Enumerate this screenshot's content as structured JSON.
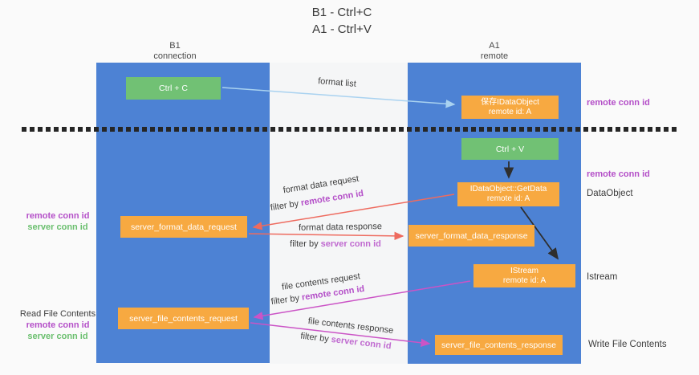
{
  "title": {
    "line1": "B1 - Ctrl+C",
    "line2": "A1 - Ctrl+V"
  },
  "columns": {
    "left": {
      "name": "B1",
      "role": "connection"
    },
    "right": {
      "name": "A1",
      "role": "remote"
    }
  },
  "nodes": {
    "ctrl_c": {
      "label": "Ctrl + C"
    },
    "saved_dataobject": {
      "line1": "保存IDataObject",
      "line2": "remote id: A"
    },
    "ctrl_v": {
      "label": "Ctrl + V"
    },
    "getdata": {
      "line1": "IDataObject::GetData",
      "line2": "remote id: A"
    },
    "server_format_data_request": {
      "label": "server_format_data_request"
    },
    "server_format_data_response": {
      "label": "server_format_data_response"
    },
    "istream": {
      "line1": "IStream",
      "line2": "remote id: A"
    },
    "server_file_contents_request": {
      "label": "server_file_contents_request"
    },
    "server_file_contents_response": {
      "label": "server_file_contents_response"
    }
  },
  "left_annotations": {
    "format": {
      "remote": "remote conn id",
      "server": "server conn id"
    },
    "file": {
      "title": "Read File Contents",
      "remote": "remote conn id",
      "server": "server conn id"
    }
  },
  "right_annotations": {
    "top_remote_conn": "remote conn id",
    "mid_remote_conn": "remote conn id",
    "dataobject": "DataObject",
    "istream": "Istream",
    "write_file": "Write File Contents"
  },
  "arrows": {
    "format_list": {
      "label": "format list"
    },
    "format_data_request": {
      "label": "format data request",
      "filter_prefix": "filter by ",
      "filter_key": "remote conn id"
    },
    "format_data_response": {
      "label": "format data response",
      "filter_prefix": "filter by ",
      "filter_key": "server conn id"
    },
    "file_contents_request": {
      "label": "file contents request",
      "filter_prefix": "filter by ",
      "filter_key": "remote conn id"
    },
    "file_contents_response": {
      "label": "file contents response",
      "filter_prefix": "filter by ",
      "filter_key": "server conn id"
    }
  },
  "colors": {
    "column_blue": "#4d82d4",
    "action_green": "#71c174",
    "message_orange": "#f7a941",
    "remote_conn_purple": "#b44fc8",
    "server_conn_green": "#6abf6e",
    "request_red": "#ee6b5f",
    "response_magenta": "#cb54c6",
    "format_list_blue": "#a9d2f0",
    "black_arrow": "#2e2e2e"
  }
}
